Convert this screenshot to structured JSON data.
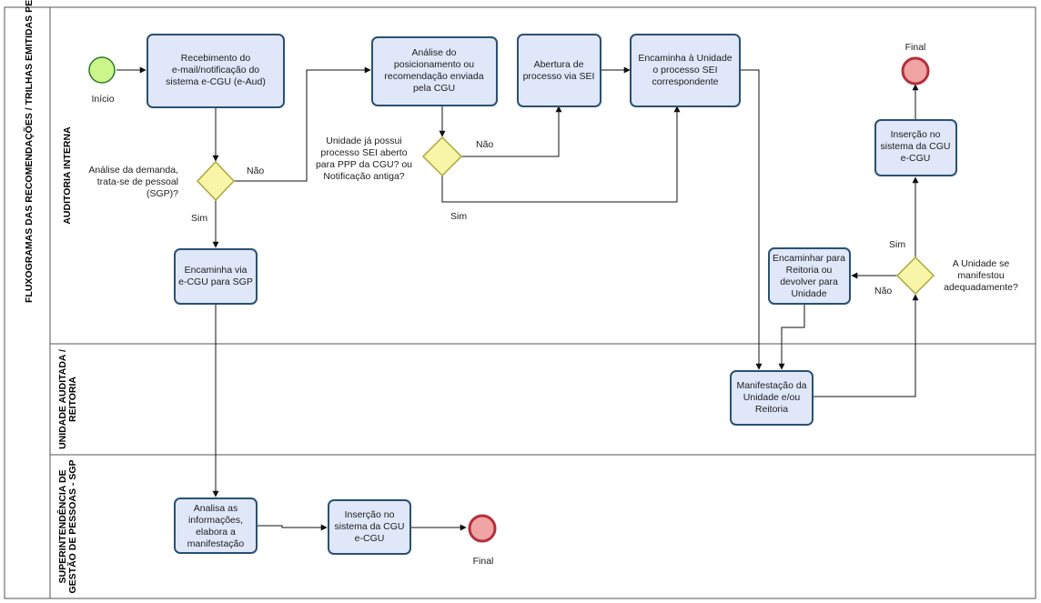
{
  "pool": {
    "title": "FLUXOGRAMAS DAS RECOMENDAÇÕES / TRILHAS EMITIDAS PELA CONTROLADORIA GERAL DA UNIÃO (CGU)"
  },
  "lanes": {
    "auditoria": "AUDITORIA INTERNA",
    "unidade": [
      "UNIDADE AUDITADA /",
      "REITORIA"
    ],
    "sgp": [
      "SUPERINTENDÊNCIA DE",
      "GESTÃO DE PESSOAS - SGP"
    ]
  },
  "events": {
    "start": "Início",
    "end_auditoria": "Final",
    "end_sgp": "Final"
  },
  "tasks": {
    "recebimento": [
      "Recebimento do",
      "e-mail/notificação do",
      "sistema e-CGU (e-Aud)"
    ],
    "analise_posicionamento": [
      "Análise do",
      "posicionamento ou",
      "recomendação enviada",
      "pela CGU"
    ],
    "abertura_sei": [
      "Abertura de",
      "processo via SEI"
    ],
    "encaminha_unidade": [
      "Encaminha à Unidade",
      "o processo SEI",
      "correspondente"
    ],
    "insercao_auditoria": [
      "Inserção no",
      "sistema da CGU",
      "e-CGU"
    ],
    "encaminha_sgp": [
      "Encaminha via",
      "e-CGU para SGP"
    ],
    "encaminhar_reitoria": [
      "Encaminhar para",
      "Reitoria ou",
      "devolver para",
      "Unidade"
    ],
    "manifestacao": [
      "Manifestação da",
      "Unidade e/ou",
      "Reitoria"
    ],
    "analisa_sgp": [
      "Analisa as",
      "informações,",
      "elabora a",
      "manifestação"
    ],
    "insercao_sgp": [
      "Inserção no",
      "sistema da CGU",
      "e-CGU"
    ]
  },
  "gateways": {
    "pessoal": [
      "Análise da demanda,",
      "trata-se de pessoal",
      "(SGP)?"
    ],
    "sei_aberto": [
      "Unidade já possui",
      "processo SEI aberto",
      "para PPP da CGU? ou",
      "Notificação antiga?"
    ],
    "manifestou": [
      "A Unidade se",
      "manifestou",
      "adequadamente?"
    ]
  },
  "flow_labels": {
    "pessoal_nao": "Não",
    "pessoal_sim": "Sim",
    "sei_nao": "Não",
    "sei_sim": "Sim",
    "manifestou_sim": "Sim",
    "manifestou_nao": "Não"
  },
  "colors": {
    "task_fill": "#dfe7f9",
    "task_stroke": "#2a5172",
    "gateway_fill": "#f8f4a8",
    "start_fill": "#ccf58a",
    "end_fill": "#f0a4a4",
    "end_stroke": "#b5303a"
  }
}
